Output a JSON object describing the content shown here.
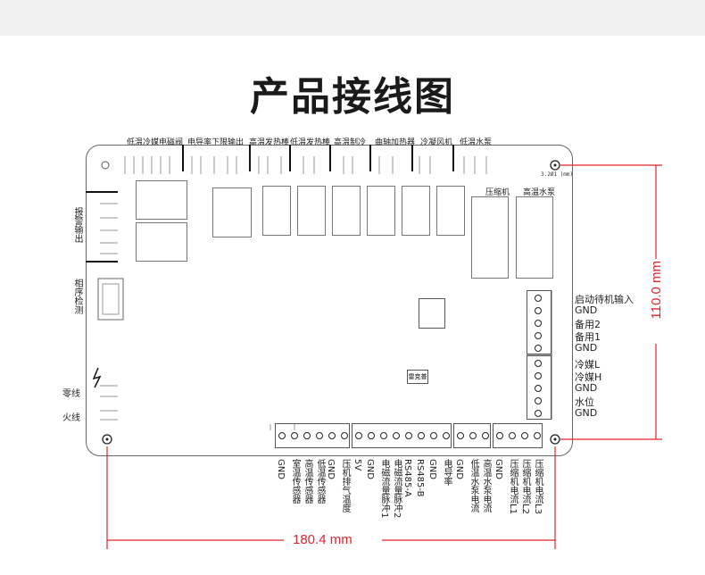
{
  "title": "产品接线图",
  "top_labels": [
    "低温冷媒电磁阀",
    "电导率下限输出",
    "高温发热棒",
    "低温发热棒",
    "高温制冷",
    "曲轴加热器",
    "冷凝风机",
    "低温水泵"
  ],
  "left_labels": {
    "alarm": "报警输出",
    "phase": "相序检测",
    "neutral": "零线",
    "live": "火线"
  },
  "relay_labels": {
    "compressor": "压缩机",
    "high_pump": "高温水泵"
  },
  "chip_label": "雷克普",
  "right_labels": [
    "启动待机输入",
    "GND",
    "备用2",
    "备用1",
    "GND",
    "冷媒L",
    "冷媒H",
    "GND",
    "水位",
    "GND"
  ],
  "bottom_labels": [
    "GND",
    "室温传感器",
    "高温传感器",
    "低温传感器",
    "GND",
    "压机排气温度",
    "5V",
    "GND",
    "电磁流量脉冲1",
    "电磁流量脉冲2",
    "RS485-A",
    "RS485-B",
    "GND",
    "电导率",
    "GND",
    "低温水泵电流",
    "高温水泵电流",
    "GND",
    "压缩机电流L1",
    "压缩机电流L2",
    "压缩机电流L3"
  ],
  "hole_note": "3.2Ø1 (mm)",
  "dimensions": {
    "height": "110.0 mm",
    "width": "180.4 mm",
    "dim_color": "#e0242b"
  }
}
